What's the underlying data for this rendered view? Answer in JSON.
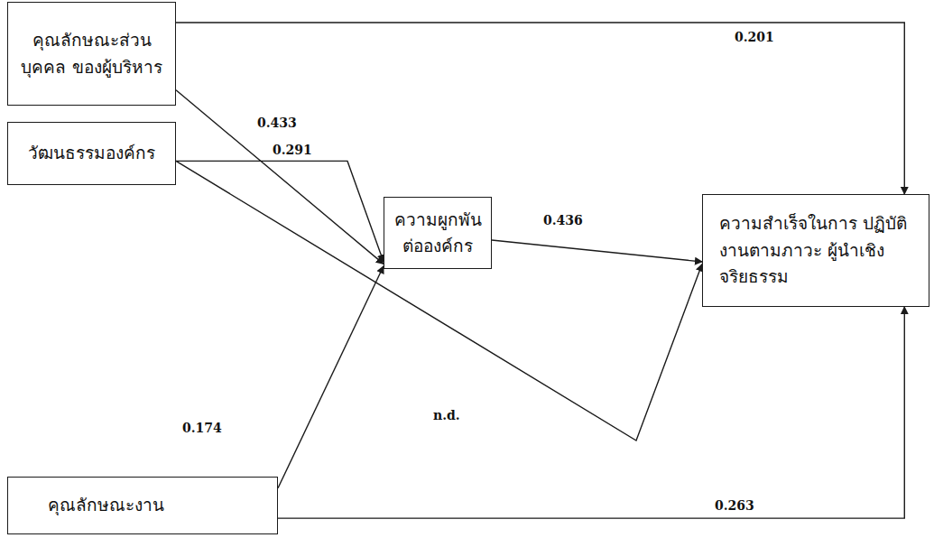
{
  "diagram": {
    "nodes": [
      {
        "text": [
          "คุณลักษณะส่วนบุคคล ของผู้บริหาร"
        ]
      },
      {
        "text": [
          "วัฒนธรรมองค์กร"
        ]
      },
      {
        "text": [
          "คุณลักษณะงาน"
        ]
      },
      {
        "text": [
          "ความผูกพัน ต่อองค์กร"
        ]
      },
      {
        "text": [
          "ความสำเร็จในการ ปฏิบัติงานตามภาวะ ผู้นำเชิงจริยธรรม"
        ]
      }
    ],
    "edges": [
      {
        "from": 0,
        "to": 3,
        "label": "0.433",
        "arrow": "to"
      },
      {
        "from": 0,
        "to": 4,
        "label": "0.201",
        "arrow": "to"
      },
      {
        "from": 1,
        "to": 3,
        "label": "0.291",
        "arrow": "to"
      },
      {
        "from": 1,
        "to": 4,
        "label": "n.d.",
        "arrow": "to"
      },
      {
        "from": 2,
        "to": 3,
        "label": "0.174",
        "arrow": "to"
      },
      {
        "from": 2,
        "to": 4,
        "label": "0.263",
        "arrow": "to"
      },
      {
        "from": 3,
        "to": 4,
        "label": "0.436",
        "arrow": "to"
      }
    ]
  }
}
